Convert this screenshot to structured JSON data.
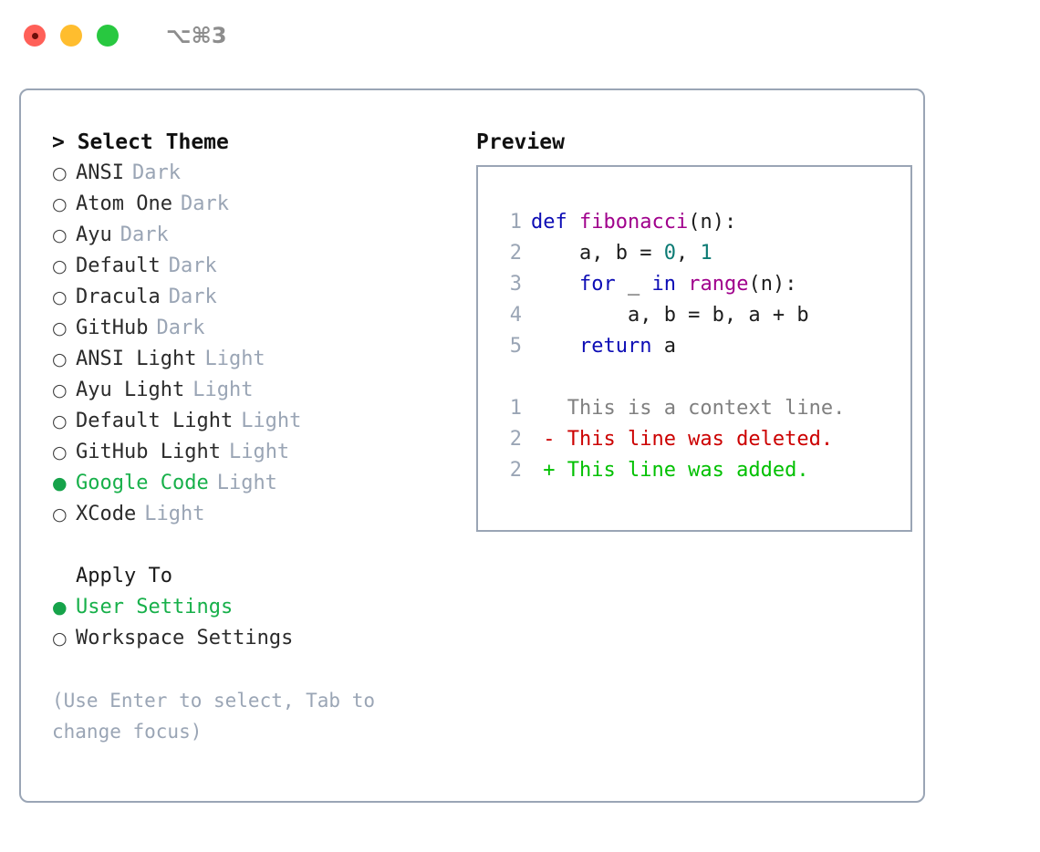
{
  "window": {
    "shortcut_label": "⌥⌘3",
    "traffic_lights": [
      "close-red",
      "minimize-yellow",
      "zoom-green"
    ]
  },
  "theme_picker": {
    "header": "> Select Theme",
    "bullet_on": "●",
    "bullet_off": "○",
    "options": [
      {
        "label": "ANSI",
        "tag": "Dark",
        "selected": false
      },
      {
        "label": "Atom One",
        "tag": "Dark",
        "selected": false
      },
      {
        "label": "Ayu",
        "tag": "Dark",
        "selected": false
      },
      {
        "label": "Default",
        "tag": "Dark",
        "selected": false
      },
      {
        "label": "Dracula",
        "tag": "Dark",
        "selected": false
      },
      {
        "label": "GitHub",
        "tag": "Dark",
        "selected": false
      },
      {
        "label": "ANSI Light",
        "tag": "Light",
        "selected": false
      },
      {
        "label": "Ayu Light",
        "tag": "Light",
        "selected": false
      },
      {
        "label": "Default Light",
        "tag": "Light",
        "selected": false
      },
      {
        "label": "GitHub Light",
        "tag": "Light",
        "selected": false
      },
      {
        "label": "Google Code",
        "tag": "Light",
        "selected": true
      },
      {
        "label": "XCode",
        "tag": "Light",
        "selected": false
      }
    ]
  },
  "apply_to": {
    "heading": "Apply To",
    "options": [
      {
        "label": "User Settings",
        "selected": true
      },
      {
        "label": "Workspace Settings",
        "selected": false
      }
    ]
  },
  "hint": "(Use Enter to select, Tab to change focus)",
  "preview": {
    "title": "Preview",
    "code_lines": [
      {
        "number": "1",
        "tokens": [
          {
            "text": "def ",
            "kind": "kw"
          },
          {
            "text": "fibonacci",
            "kind": "fn"
          },
          {
            "text": "(n):",
            "kind": "pl"
          }
        ]
      },
      {
        "number": "2",
        "tokens": [
          {
            "text": "    a, b = ",
            "kind": "pl"
          },
          {
            "text": "0",
            "kind": "num"
          },
          {
            "text": ", ",
            "kind": "pl"
          },
          {
            "text": "1",
            "kind": "num"
          }
        ]
      },
      {
        "number": "3",
        "tokens": [
          {
            "text": "    for",
            "kind": "kw"
          },
          {
            "text": " _ ",
            "kind": "pl"
          },
          {
            "text": "in",
            "kind": "kw"
          },
          {
            "text": " ",
            "kind": "pl"
          },
          {
            "text": "range",
            "kind": "fn"
          },
          {
            "text": "(n):",
            "kind": "pl"
          }
        ]
      },
      {
        "number": "4",
        "tokens": [
          {
            "text": "        a, b = b, a + b",
            "kind": "pl"
          }
        ]
      },
      {
        "number": "5",
        "tokens": [
          {
            "text": "    return",
            "kind": "kw"
          },
          {
            "text": " a",
            "kind": "pl"
          }
        ]
      }
    ],
    "diff_lines": [
      {
        "number": "1",
        "marker": " ",
        "text": "This is a context line.",
        "kind": "ctx"
      },
      {
        "number": "2",
        "marker": "-",
        "text": "This line was deleted.",
        "kind": "del"
      },
      {
        "number": "2",
        "marker": "+",
        "text": "This line was added.",
        "kind": "add"
      }
    ]
  },
  "colors": {
    "accent_green": "#17b04a",
    "muted_blue_gray": "#9aa5b5",
    "keyword_blue": "#0d0db5",
    "function_magenta": "#a0008c",
    "number_teal": "#0c7b74",
    "diff_deleted_red": "#cc0000",
    "diff_added_green": "#00c000",
    "panel_border": "#9aa5b5"
  }
}
